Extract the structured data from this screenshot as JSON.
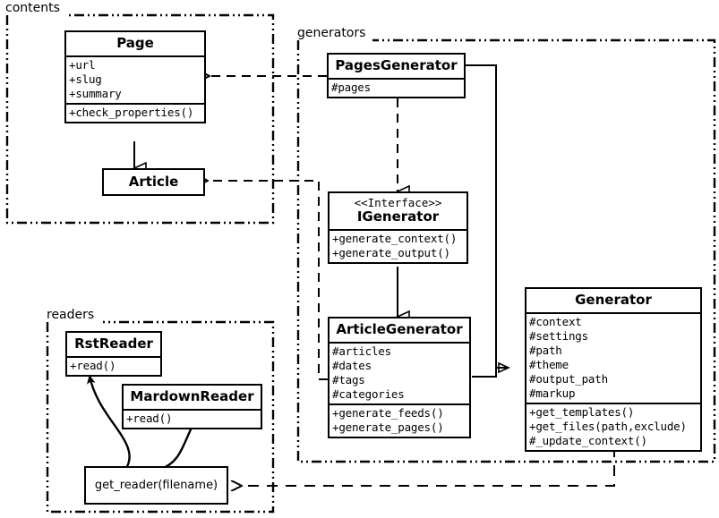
{
  "diagram": {
    "type": "uml-class-diagram",
    "background": "#ffffff",
    "line_color": "#000000"
  },
  "packages": [
    {
      "id": "contents",
      "label": "contents"
    },
    {
      "id": "generators",
      "label": "generators"
    },
    {
      "id": "readers",
      "label": "readers"
    }
  ],
  "classes": {
    "page": {
      "name": "Page",
      "attributes": [
        "+url",
        "+slug",
        "+summary"
      ],
      "methods": [
        "+check_properties()"
      ]
    },
    "article": {
      "name": "Article",
      "attributes": [],
      "methods": []
    },
    "pages_generator": {
      "name": "PagesGenerator",
      "attributes": [
        "#pages"
      ],
      "methods": []
    },
    "igenerator": {
      "stereotype": "<<Interface>>",
      "name": "IGenerator",
      "attributes": [],
      "methods": [
        "+generate_context()",
        "+generate_output()"
      ]
    },
    "article_generator": {
      "name": "ArticleGenerator",
      "attributes": [
        "#articles",
        "#dates",
        "#tags",
        "#categories"
      ],
      "methods": [
        "+generate_feeds()",
        "+generate_pages()"
      ]
    },
    "generator": {
      "name": "Generator",
      "attributes": [
        "#context",
        "#settings",
        "#path",
        "#theme",
        "#output_path",
        "#markup"
      ],
      "methods": [
        "+get_templates()",
        "+get_files(path,exclude)",
        "#_update_context()"
      ]
    },
    "rst_reader": {
      "name": "RstReader",
      "attributes": [],
      "methods": [
        "+read()"
      ]
    },
    "mardown_reader": {
      "name": "MardownReader",
      "attributes": [],
      "methods": [
        "+read()"
      ]
    },
    "get_reader": {
      "name": "get_reader(filename)"
    }
  },
  "relationships": [
    {
      "from": "pages_generator",
      "to": "page",
      "kind": "dependency",
      "style": "dashed-open-arrow"
    },
    {
      "from": "article_generator",
      "to": "article",
      "kind": "dependency",
      "style": "dashed-open-arrow"
    },
    {
      "from": "article",
      "to": "page",
      "kind": "generalization",
      "style": "solid-hollow-triangle"
    },
    {
      "from": "pages_generator",
      "to": "igenerator",
      "kind": "realization",
      "style": "dashed-hollow-triangle"
    },
    {
      "from": "article_generator",
      "to": "igenerator",
      "kind": "generalization",
      "style": "solid-hollow-triangle"
    },
    {
      "from": "pages_generator",
      "to": "generator",
      "kind": "generalization",
      "style": "solid-hollow-triangle"
    },
    {
      "from": "article_generator",
      "to": "generator",
      "kind": "generalization",
      "style": "solid-hollow-triangle"
    },
    {
      "from": "generator",
      "to": "get_reader",
      "kind": "dependency",
      "style": "dashed-open-arrow"
    },
    {
      "from": "get_reader",
      "to": "rst_reader",
      "kind": "curved-arrow",
      "style": "solid-filled-arrow"
    },
    {
      "from": "get_reader",
      "to": "mardown_reader",
      "kind": "curved-arrow",
      "style": "solid-filled-arrow"
    }
  ]
}
